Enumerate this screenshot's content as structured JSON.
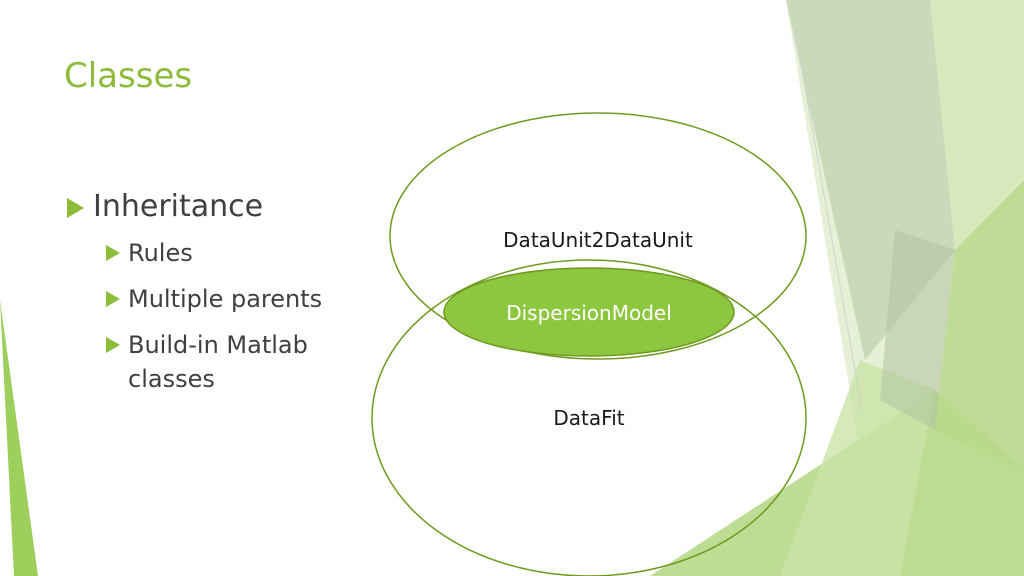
{
  "slide": {
    "title": "Classes",
    "bullets": [
      {
        "text": "Inheritance",
        "level": 1
      },
      {
        "text": "Rules",
        "level": 2
      },
      {
        "text": "Multiple parents",
        "level": 2
      },
      {
        "text": "Build-in Matlab classes",
        "level": 2
      }
    ]
  },
  "diagram": {
    "top_circle_label": "DataUnit2DataUnit",
    "center_ellipse_label": "DispersionModel",
    "bottom_circle_label": "DataFit"
  },
  "colors": {
    "accent": "#8dbb3a",
    "circle_stroke": "#6f9a1e",
    "ellipse_fill": "#8dc63f",
    "text": "#404040"
  }
}
